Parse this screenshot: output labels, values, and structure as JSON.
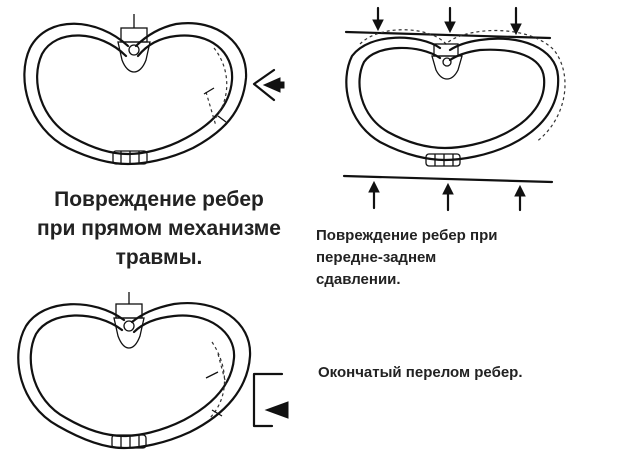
{
  "captions": {
    "direct": {
      "line1": "Повреждение ребер",
      "line2": "при прямом механизме",
      "line3": "травмы."
    },
    "ap": {
      "line1": "Повреждение ребер при",
      "line2": "передне-заднем",
      "line3": "сдавлении."
    },
    "fenestrated": "Окончатый перелом ребер."
  },
  "colors": {
    "ink": "#111111",
    "background": "#ffffff"
  }
}
